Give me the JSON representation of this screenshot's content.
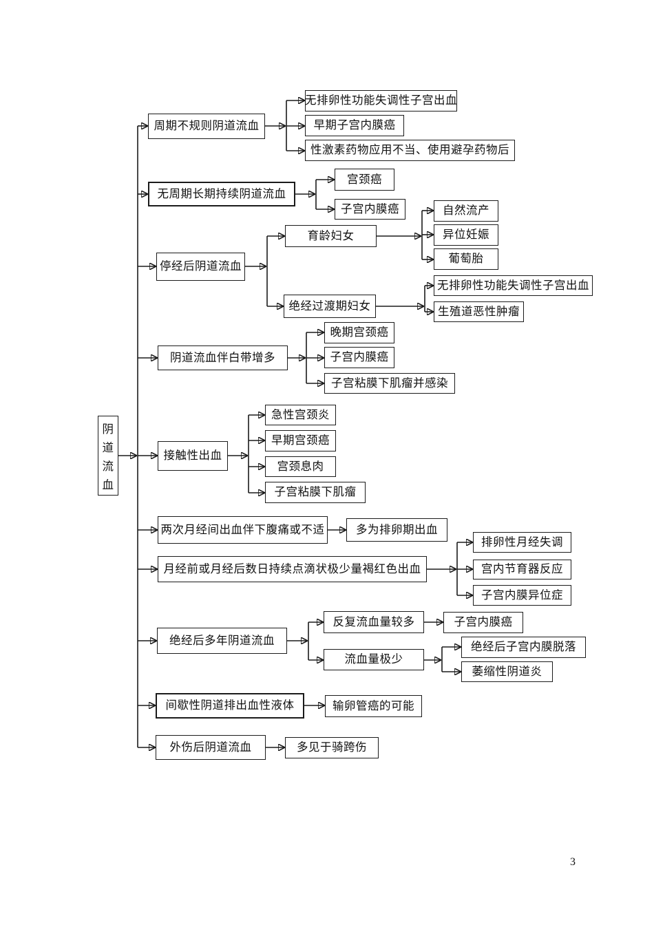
{
  "page": {
    "number": "3"
  },
  "tree": {
    "root": {
      "label": "阴道流血"
    },
    "branches": [
      {
        "label": "周期不规则阴道流血",
        "children": [
          {
            "label": "无排卵性功能失调性子宫出血"
          },
          {
            "label": "早期子宫内膜癌"
          },
          {
            "label": "性激素药物应用不当、使用避孕药物后"
          }
        ]
      },
      {
        "label": "无周期长期持续阴道流血",
        "children": [
          {
            "label": "宫颈癌"
          },
          {
            "label": "子宫内膜癌"
          }
        ]
      },
      {
        "label": "停经后阴道流血",
        "children": [
          {
            "label": "育龄妇女",
            "children": [
              {
                "label": "自然流产"
              },
              {
                "label": "异位妊娠"
              },
              {
                "label": "葡萄胎"
              }
            ]
          },
          {
            "label": "绝经过渡期妇女",
            "children": [
              {
                "label": "无排卵性功能失调性子宫出血"
              },
              {
                "label": "生殖道恶性肿瘤"
              }
            ]
          }
        ]
      },
      {
        "label": "阴道流血伴白带增多",
        "children": [
          {
            "label": "晚期宫颈癌"
          },
          {
            "label": "子宫内膜癌"
          },
          {
            "label": "子宫粘膜下肌瘤并感染"
          }
        ]
      },
      {
        "label": "接触性出血",
        "children": [
          {
            "label": "急性宫颈炎"
          },
          {
            "label": "早期宫颈癌"
          },
          {
            "label": "宫颈息肉"
          },
          {
            "label": "子宫粘膜下肌瘤"
          }
        ]
      },
      {
        "label": "两次月经间出血伴下腹痛或不适",
        "children": [
          {
            "label": "多为排卵期出血"
          }
        ]
      },
      {
        "label": "月经前或月经后数日持续点滴状极少量褐红色出血",
        "children": [
          {
            "label": "排卵性月经失调"
          },
          {
            "label": "宫内节育器反应"
          },
          {
            "label": "子宫内膜异位症"
          }
        ]
      },
      {
        "label": "绝经后多年阴道流血",
        "children": [
          {
            "label": "反复流血量较多",
            "children": [
              {
                "label": "子宫内膜癌"
              }
            ]
          },
          {
            "label": "流血量极少",
            "children": [
              {
                "label": "绝经后子宫内膜脱落"
              },
              {
                "label": "萎缩性阴道炎"
              }
            ]
          }
        ]
      },
      {
        "label": "间歇性阴道排出血性液体",
        "children": [
          {
            "label": "输卵管癌的可能"
          }
        ]
      },
      {
        "label": "外伤后阴道流血",
        "children": [
          {
            "label": "多见于骑跨伤"
          }
        ]
      }
    ]
  }
}
